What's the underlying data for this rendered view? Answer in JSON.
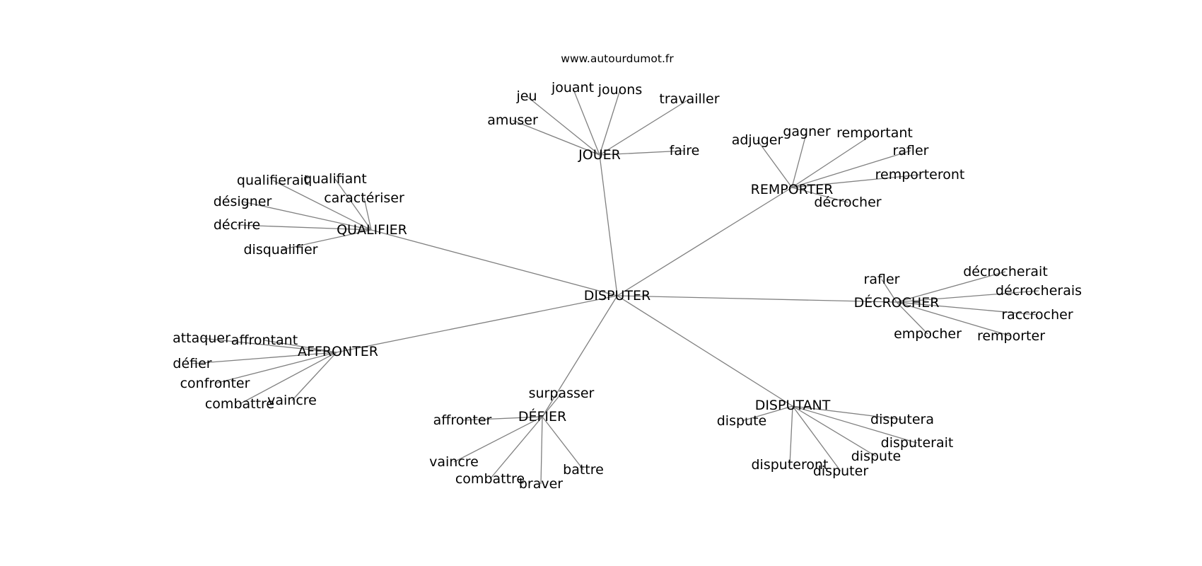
{
  "watermark": "www.autourdumot.fr",
  "center": "DISPUTER",
  "hubs": [
    {
      "label": "JOUER",
      "neighbors": [
        "jeu",
        "jouant",
        "jouons",
        "travailler",
        "amuser",
        "faire"
      ]
    },
    {
      "label": "REMPORTER",
      "neighbors": [
        "adjuger",
        "gagner",
        "remportant",
        "rafler",
        "remporteront",
        "décrocher"
      ]
    },
    {
      "label": "QUALIFIER",
      "neighbors": [
        "qualifierait",
        "qualifiant",
        "caractériser",
        "désigner",
        "décrire",
        "disqualifier"
      ]
    },
    {
      "label": "DÉCROCHER",
      "neighbors": [
        "rafler",
        "décrocherait",
        "décrocherais",
        "raccrocher",
        "empocher",
        "remporter"
      ]
    },
    {
      "label": "AFFRONTER",
      "neighbors": [
        "attaquer",
        "affrontant",
        "défier",
        "confronter",
        "combattre",
        "vaincre"
      ]
    },
    {
      "label": "DÉFIER",
      "neighbors": [
        "surpasser",
        "affronter",
        "vaincre",
        "combattre",
        "braver",
        "battre"
      ]
    },
    {
      "label": "DISPUTANT",
      "neighbors": [
        "dispute",
        "disputera",
        "disputerait",
        "dispute",
        "disputeront",
        "disputer"
      ]
    }
  ]
}
